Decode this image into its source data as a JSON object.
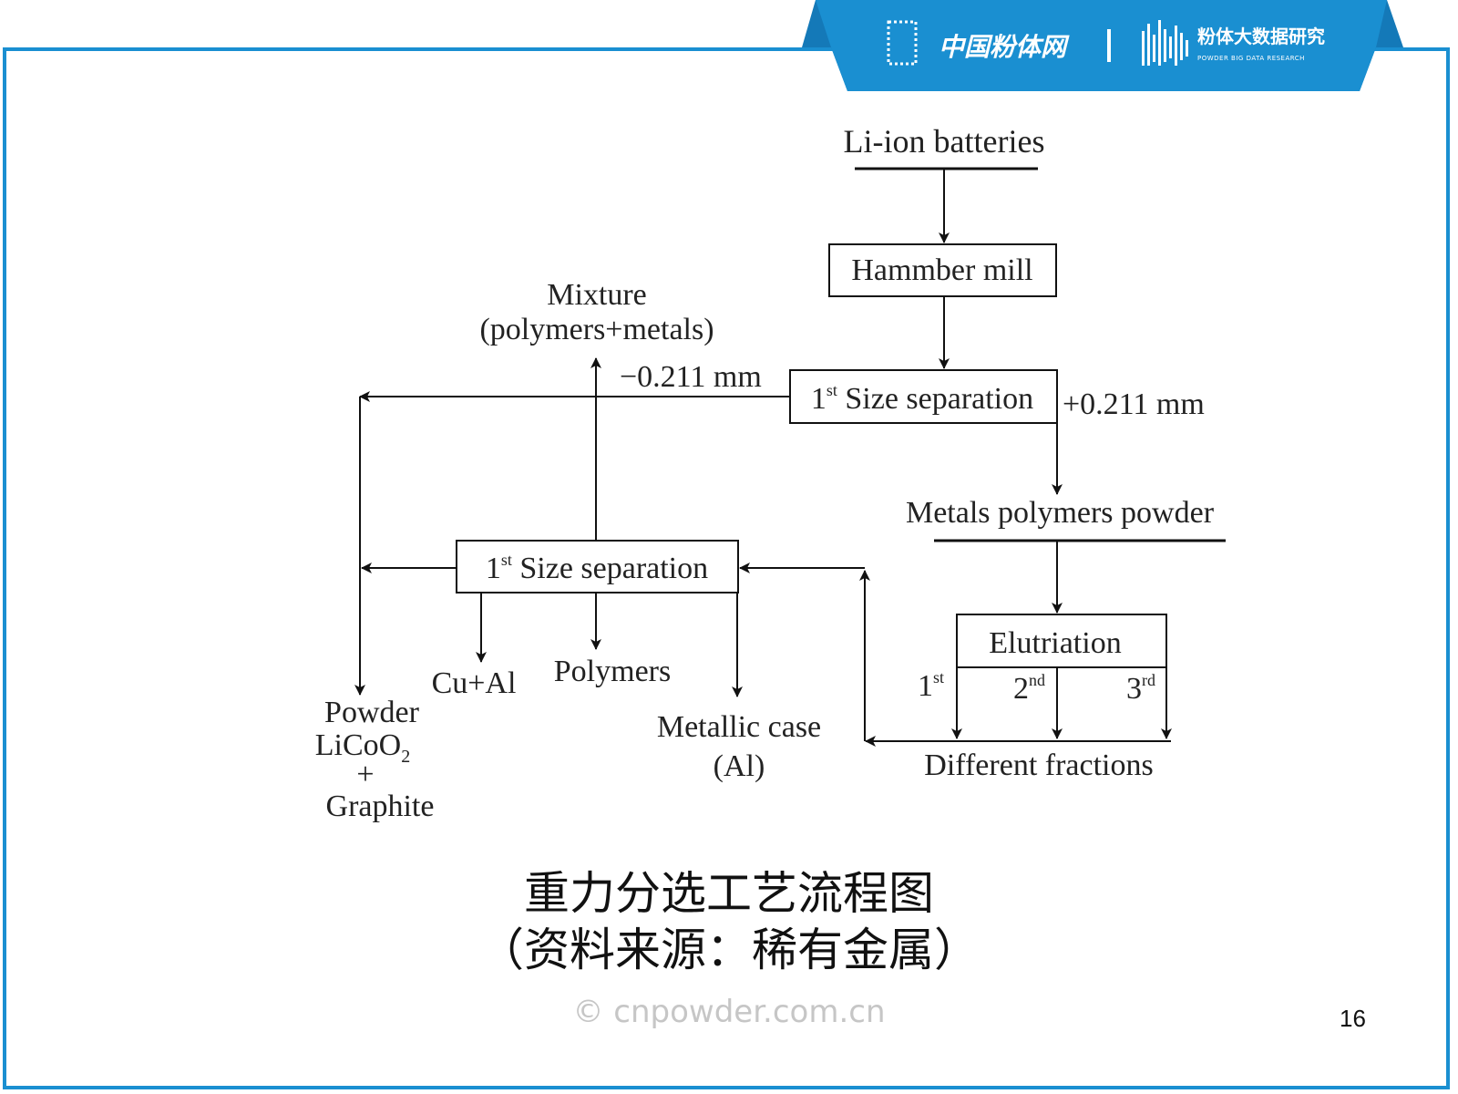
{
  "header": {
    "brand_name": "中国粉体网",
    "brand2_name": "粉体大数据研究",
    "brand2_sub": "POWDER BIG DATA RESEARCH",
    "accent_color": "#1a8fd1",
    "banner_color": "#1479b8"
  },
  "diagram": {
    "input": "Li-ion batteries",
    "hammer_mill": "Hammber mill",
    "size_sep": {
      "num": "1",
      "sup": "st",
      "text": " Size separation"
    },
    "fine_label": "−0.211 mm",
    "coarse_label": "+0.211 mm",
    "mixture_line1": "Mixture",
    "mixture_line2": "(polymers+metals)",
    "metals_powder": "Metals polymers powder",
    "elutriation": "Elutriation",
    "fraction1": {
      "num": "1",
      "sup": "st"
    },
    "fraction2": {
      "num": "2",
      "sup": "nd"
    },
    "fraction3": {
      "num": "3",
      "sup": "rd"
    },
    "different_fractions": "Different fractions",
    "cu_al": "Cu+Al",
    "polymers": "Polymers",
    "metallic_case_line1": "Metallic case",
    "metallic_case_line2": "(Al)",
    "powder_line1": "Powder",
    "powder_line2_main": "LiCoO",
    "powder_line2_sub": "2",
    "powder_line3": "+",
    "powder_line4": "Graphite"
  },
  "caption": {
    "title": "重力分选工艺流程图",
    "source": "（资料来源：稀有金属）"
  },
  "watermark": "© cnpowder.com.cn",
  "page_number": "16"
}
